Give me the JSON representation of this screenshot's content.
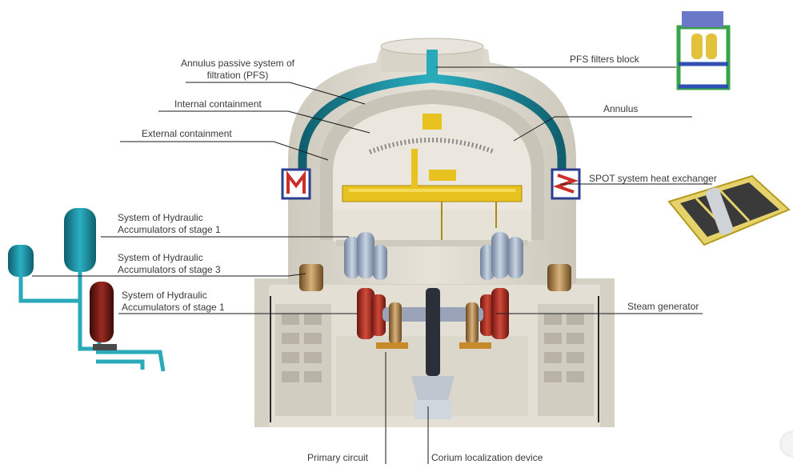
{
  "labels": {
    "annulus_pfs_line1": "Annulus passive system of",
    "annulus_pfs_line2": "filtration (PFS)",
    "internal_containment": "Internal containment",
    "external_containment": "External containment",
    "hydraulic_stage1_top_line1": "System of Hydraulic",
    "hydraulic_stage1_top_line2": "Accumulators of stage 1",
    "hydraulic_stage3_line1": "System of Hydraulic",
    "hydraulic_stage3_line2": "Accumulators of stage 3",
    "hydraulic_stage1_bottom_line1": "System of Hydraulic",
    "hydraulic_stage1_bottom_line2": "Accumulators of stage 1",
    "pfs_filters_block": "PFS filters block",
    "annulus": "Annulus",
    "spot_heat_exchanger": "SPOT system heat exchanger",
    "steam_generator": "Steam generator",
    "primary_circuit": "Primary circuit",
    "corium_localization_device": "Corium localization device"
  },
  "colors": {
    "label_text": "#3a3a3a",
    "leader_line": "#1a1a1a",
    "concrete": "#ddd9cf",
    "concrete_dark": "#c9c4b8",
    "inner_space": "#ebe7de",
    "annulus_teal": "#2aa9b8",
    "crane_yellow": "#e8c21e",
    "accumulator_teal": "#1f8a9c",
    "accumulator_red": "#8b1a1a",
    "steam_generator_red": "#b8342a",
    "grey_vessel": "#9fb1c7",
    "frame_green": "#3aa34a",
    "frame_blue": "#2f4fb5",
    "hx_yellow": "#e6d26a"
  },
  "icons": [
    "spot-heat-exchanger-icon-left",
    "spot-heat-exchanger-icon-right"
  ]
}
